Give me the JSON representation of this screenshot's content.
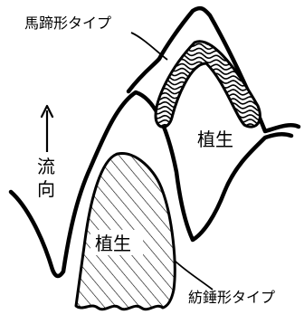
{
  "labels": {
    "horseshoe_type": "馬蹄形タイプ",
    "spindle_type": "紡錘形タイプ",
    "vegetation_upper": "植生",
    "vegetation_lower": "植生",
    "flow_char_1": "流",
    "flow_char_2": "向"
  },
  "colors": {
    "ink": "#000000",
    "background": "#ffffff"
  }
}
